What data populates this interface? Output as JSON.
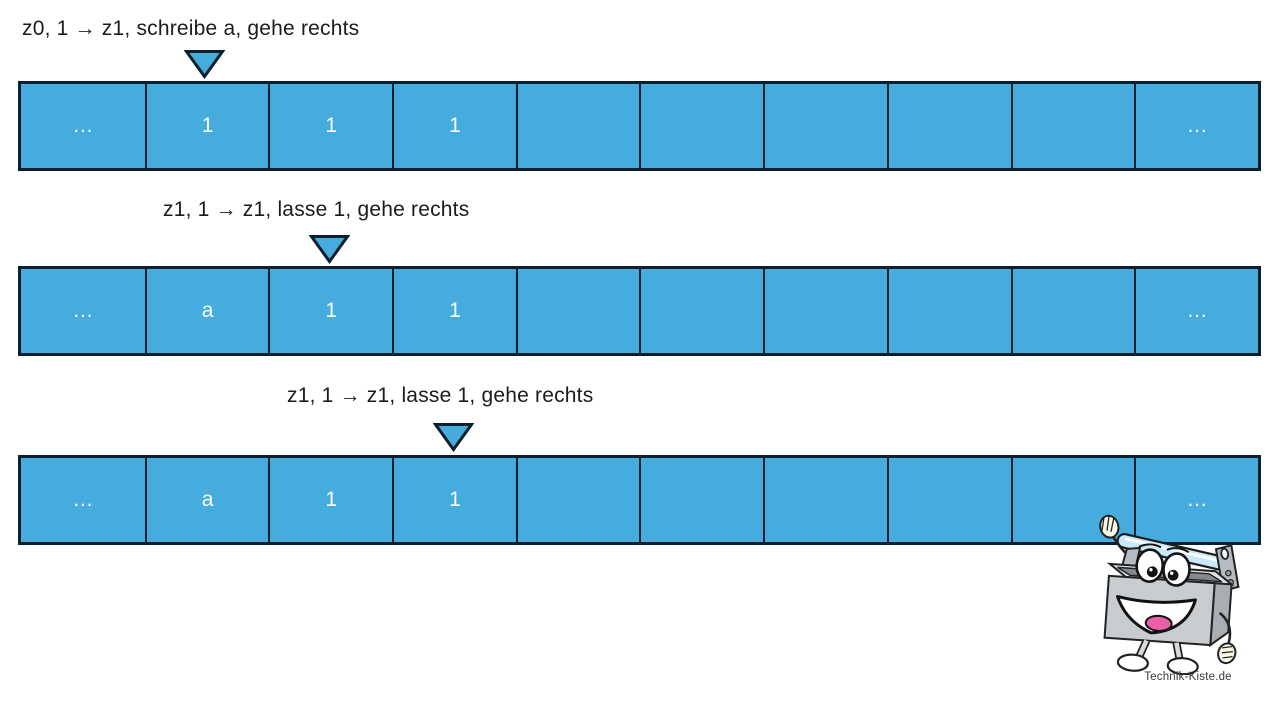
{
  "diagram": {
    "topic": "turing-machine-tape-steps",
    "steps": [
      {
        "rule": "z0, 1 → z1, schreibe a, gehe rechts",
        "head_cell_index": 1,
        "cells": [
          "…",
          "1",
          "1",
          "1",
          "",
          "",
          "",
          "",
          "",
          "…"
        ]
      },
      {
        "rule": "z1, 1 → z1, lasse 1, gehe rechts",
        "head_cell_index": 2,
        "cells": [
          "…",
          "a",
          "1",
          "1",
          "",
          "",
          "",
          "",
          "",
          "…"
        ]
      },
      {
        "rule": "z1, 1 → z1, lasse 1, gehe rechts",
        "head_cell_index": 3,
        "cells": [
          "…",
          "a",
          "1",
          "1",
          "",
          "",
          "",
          "",
          "",
          "…"
        ]
      }
    ],
    "colors": {
      "tape_fill": "#45ACDD",
      "tape_border": "#0C1F2E",
      "cell_text": "#FFFFFF",
      "rule_text": "#1C1C1C"
    },
    "mascot": {
      "icon": "toolbox-mascot-icon",
      "caption": "Technik-Kiste.de"
    }
  }
}
